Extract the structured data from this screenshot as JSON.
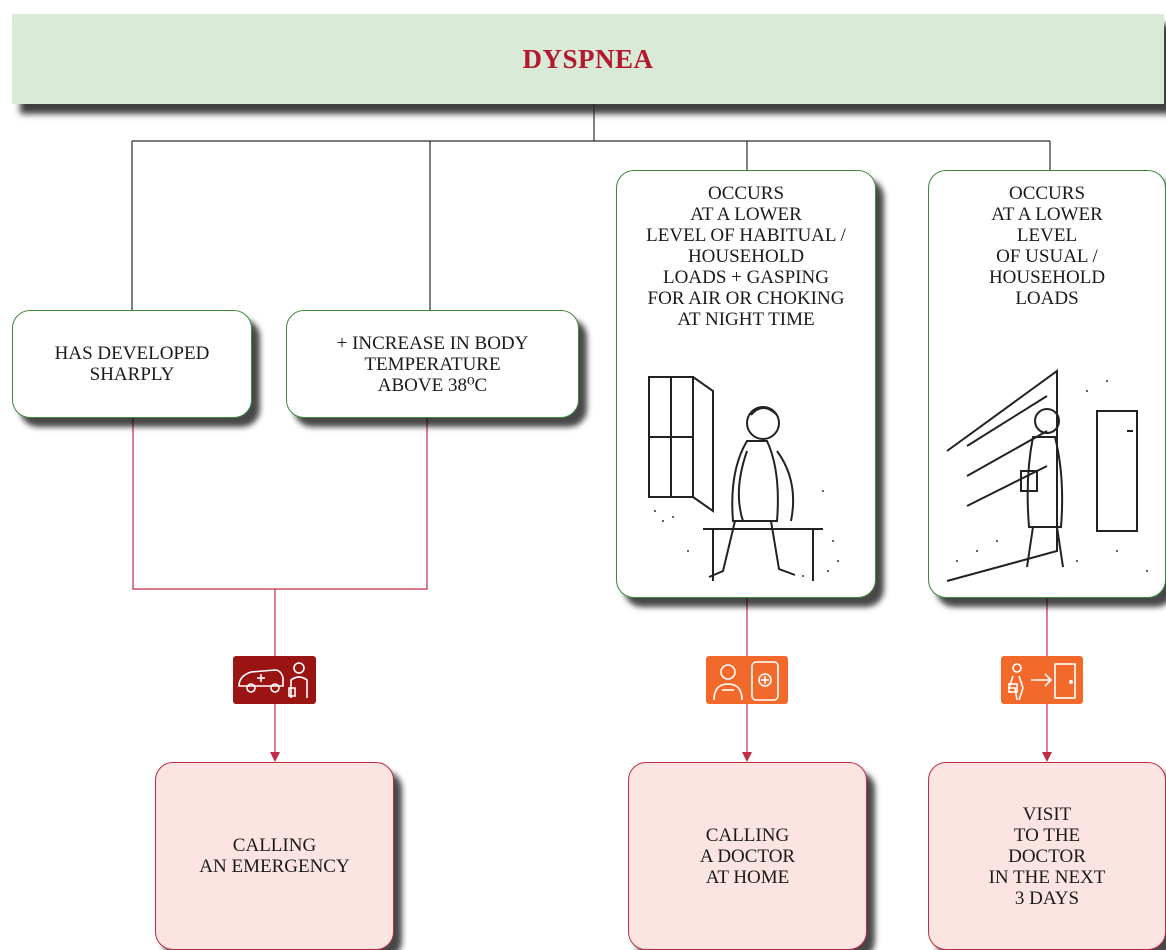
{
  "title": "DYSPNEA",
  "conditions": [
    {
      "text": "HAS DEVELOPED\nSHARPLY"
    },
    {
      "text": "+ INCREASE IN BODY\nTEMPERATURE\nABOVE 38⁰C"
    },
    {
      "text": "OCCURS\nAT A LOWER\nLEVEL OF HABITUAL /\nHOUSEHOLD\nLOADS + GASPING\nFOR AIR OR CHOKING\nAT NIGHT TIME"
    },
    {
      "text": "OCCURS\nAT A LOWER\nLEVEL\nOF USUAL /\nHOUSEHOLD\nLOADS"
    }
  ],
  "icons": [
    {
      "name": "ambulance-doctor-icon",
      "color": "#9b1414"
    },
    {
      "name": "doctor-phone-call-icon",
      "color": "#f26a2b"
    },
    {
      "name": "patient-door-visit-icon",
      "color": "#f26a2b"
    }
  ],
  "actions": [
    {
      "text": "CALLING\nAN EMERGENCY"
    },
    {
      "text": "CALLING\nA DOCTOR\nAT HOME"
    },
    {
      "text": "VISIT\nTO THE\nDOCTOR\nIN THE NEXT\n3 DAYS"
    }
  ],
  "colors": {
    "header_bg": "#d9ead7",
    "title": "#b3182f",
    "box_border": "#3a8a3a",
    "result_bg": "#fbe4e1",
    "red_line": "#c02c46"
  }
}
